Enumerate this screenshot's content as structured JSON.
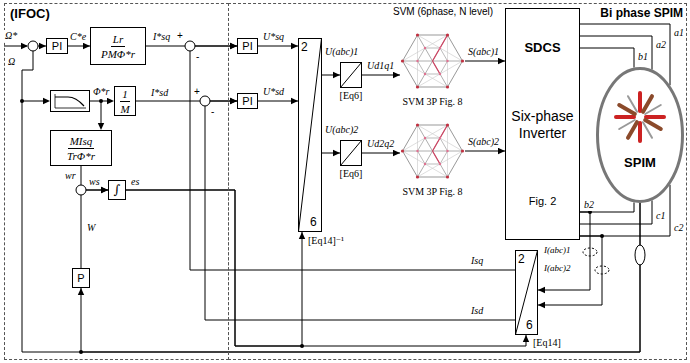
{
  "diagram": {
    "nodes": [
      {
        "text": [
          "(IFOC)"
        ]
      },
      {
        "text": [
          "PI"
        ],
        "in": 0
      },
      {
        "text": [
          "Lr",
          "PMΦ*r"
        ],
        "in": 0
      },
      {
        "text": [
          "1",
          "M"
        ],
        "in": 0
      },
      {
        "text": [
          "MIsq",
          "TrΦ*r"
        ],
        "in": 0
      },
      {
        "text": [
          "∫"
        ],
        "in": 0
      },
      {
        "text": [
          "P"
        ],
        "in": 0
      },
      {
        "text": [
          "Bi phase SPIM"
        ]
      },
      {
        "text": [
          "PI"
        ],
        "in": 7
      },
      {
        "text": [
          "PI"
        ],
        "in": 7
      },
      {
        "text": [
          "2",
          "6",
          "[Eq14]⁻¹"
        ],
        "in": 7
      },
      {
        "text": [
          "[Eq6]"
        ],
        "in": 7
      },
      {
        "text": [
          "SVM 3P Fig. 8"
        ],
        "in": 7
      },
      {
        "text": [
          "[Eq6]"
        ],
        "in": 7
      },
      {
        "text": [
          "SVM 3P Fig. 8"
        ],
        "in": 7
      },
      {
        "text": [
          "SDCS",
          "Six-phase Inverter",
          "Fig. 2"
        ],
        "in": 7
      },
      {
        "text": [
          "SPIM"
        ],
        "in": 7
      },
      {
        "text": [
          "2",
          "6",
          "[Eq14]"
        ],
        "in": 7
      }
    ],
    "edges": [
      {
        "from": 1,
        "to": 2,
        "arrow": "to",
        "label": "C*e"
      },
      {
        "from": 2,
        "to": 8,
        "arrow": "to",
        "label": "I*sq"
      },
      {
        "from": 3,
        "to": 9,
        "arrow": "to",
        "label": "I*sd"
      },
      {
        "from": 17,
        "to": 8,
        "arrow": "to",
        "label": "Isq"
      },
      {
        "from": 17,
        "to": 9,
        "arrow": "to",
        "label": "Isd"
      },
      {
        "from": 8,
        "to": 10,
        "arrow": "to",
        "label": "U*sq"
      },
      {
        "from": 9,
        "to": 10,
        "arrow": "to",
        "label": "U*sd"
      },
      {
        "from": 10,
        "to": 11,
        "arrow": "to",
        "label": "U(abc)1"
      },
      {
        "from": 10,
        "to": 13,
        "arrow": "to",
        "label": "U(abc)2"
      },
      {
        "from": 11,
        "to": 12,
        "arrow": "to",
        "label": "Ud1q1"
      },
      {
        "from": 13,
        "to": 14,
        "arrow": "to",
        "label": "Ud2q2"
      },
      {
        "from": 12,
        "to": 15,
        "arrow": "to",
        "label": "S(abc)1"
      },
      {
        "from": 14,
        "to": 15,
        "arrow": "to",
        "label": "S(abc)2"
      },
      {
        "from": 15,
        "to": 16,
        "arrow": "none",
        "label": "a1"
      },
      {
        "from": 15,
        "to": 16,
        "arrow": "none",
        "label": "a2"
      },
      {
        "from": 15,
        "to": 16,
        "arrow": "none",
        "label": "b1"
      },
      {
        "from": 15,
        "to": 16,
        "arrow": "none",
        "label": "b2"
      },
      {
        "from": 15,
        "to": 16,
        "arrow": "none",
        "label": "c1"
      },
      {
        "from": 15,
        "to": 16,
        "arrow": "none",
        "label": "c2"
      },
      {
        "from": 15,
        "to": 17,
        "arrow": "to",
        "label": "I(abc)1"
      },
      {
        "from": 15,
        "to": 17,
        "arrow": "to",
        "label": "I(abc)2"
      },
      {
        "from": 4,
        "to": 5,
        "arrow": "to",
        "label": "wr"
      },
      {
        "from": 6,
        "to": 5,
        "arrow": "to",
        "label": "W"
      },
      {
        "from": 5,
        "to": 10,
        "arrow": "to",
        "label": "es"
      },
      {
        "from": 5,
        "to": 17,
        "arrow": "to"
      },
      {
        "from": 16,
        "to": 1,
        "arrow": "to",
        "label": "Ω"
      },
      {
        "from": 16,
        "to": 6,
        "arrow": "to"
      }
    ],
    "labels": [
      "Ω*",
      "Φ*r",
      "ws",
      "SVM (6phase, N level)",
      "+",
      "-",
      "+",
      "-"
    ]
  }
}
